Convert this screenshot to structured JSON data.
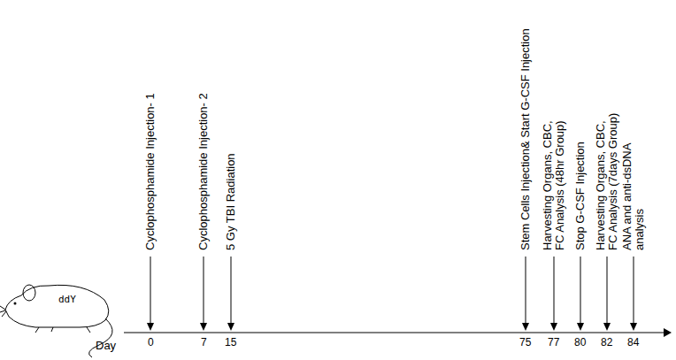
{
  "diagram": {
    "labels": [
      "Cyclophosphamide Injection- 1",
      "Cyclophosphamide Injection- 2",
      "5 Gy TBI Radiation",
      "Stem Cells Injection& Start G-CSF Injection",
      "Harvesting Organs, CBC, FC Analysis (48hr Group)",
      "Stop G-CSF Injection",
      "Harvesting Organs, CBC, FC Analysis (7days Group)",
      "ANA and anti-dsDNA analysis",
      "ddY",
      "Day",
      "0",
      "7",
      "15",
      "75",
      "77",
      "80",
      "82",
      "84"
    ]
  }
}
